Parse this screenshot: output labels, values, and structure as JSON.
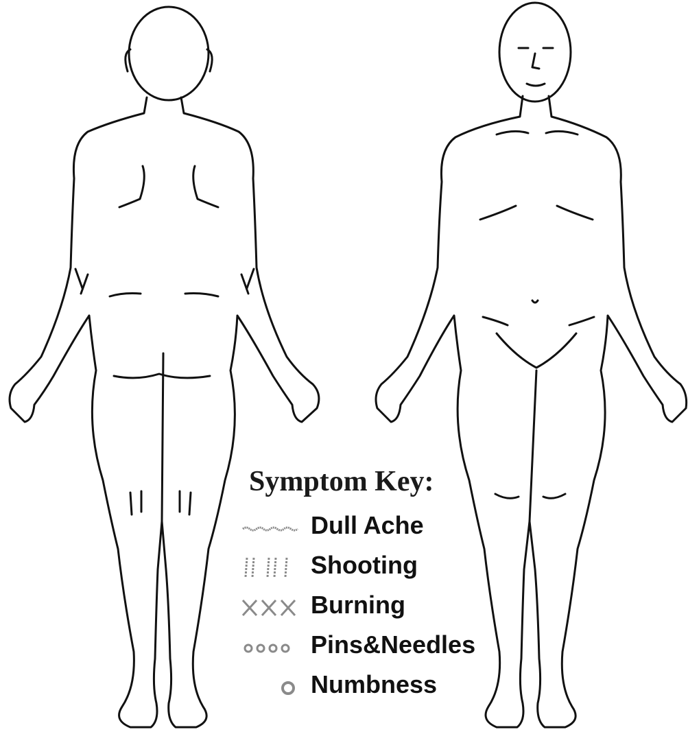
{
  "legend": {
    "title": "Symptom Key:",
    "items": [
      {
        "label": "Dull Ache",
        "icon": "dull-ache-symbol"
      },
      {
        "label": "Shooting",
        "icon": "shooting-symbol"
      },
      {
        "label": "Burning",
        "icon": "burning-symbol"
      },
      {
        "label": "Pins&Needles",
        "icon": "pins-needles-symbol"
      },
      {
        "label": "Numbness",
        "icon": "numbness-symbol"
      }
    ]
  },
  "colors": {
    "line": "#111111",
    "symbol": "#8a8a8a",
    "background": "#ffffff"
  }
}
